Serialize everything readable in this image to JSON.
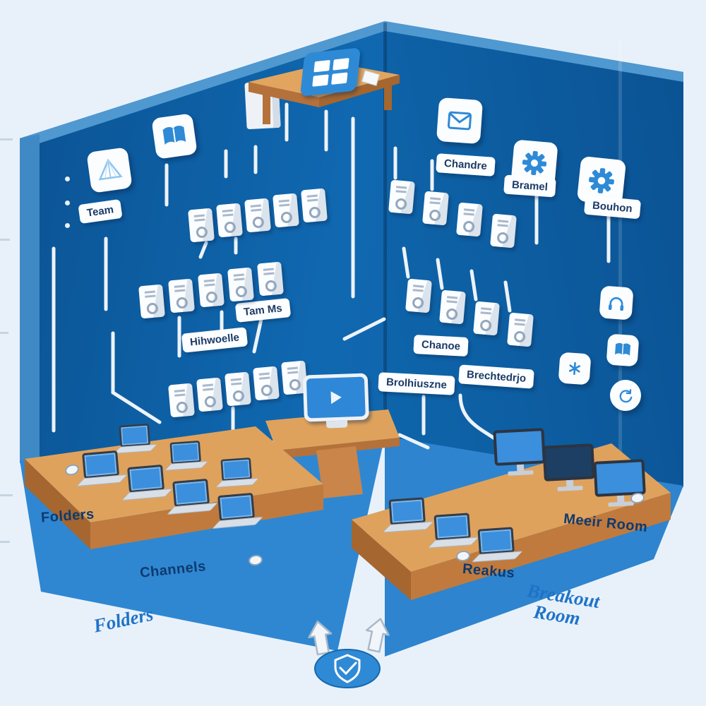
{
  "title": "Isometric Teams rooms illustration",
  "colors": {
    "background": "#e8f1fa",
    "wall_blue": "#0f66ac",
    "carpet_blue": "#2f87d2",
    "desk_wood": "#dfa25c",
    "accent_blue": "#2f8ad6",
    "node_white": "#fbfdff",
    "arrow_white": "#edf3fa",
    "label_navy": "#1b3a66"
  },
  "wall_labels": {
    "team": "Team",
    "hihwoelle": "Hihwoelle",
    "tam_ms": "Tam Ms",
    "chandre": "Chandre",
    "bramel": "Bramel",
    "bouhon": "Bouhon",
    "chanoe": "Chanoe",
    "brolhiuszne": "Brolhiuszne",
    "brechtedrjo": "Brechtedrjo"
  },
  "floor_labels": {
    "folders_desk": "Folders",
    "channels": "Channels",
    "folders_floor": "Folders",
    "meeir_room": "Meeir Room",
    "reakus": "Reakus",
    "breakout_line1": "Breakout",
    "breakout_line2": "Room"
  },
  "icons": {
    "windows_logo": "blue tile with four-pane white window grid",
    "prism": "wireframe pyramid tile",
    "book": "open book tile",
    "envelope": "mail envelope tile",
    "gear": "settings gear tile (x2)",
    "lock_box": "white cabinet node with lock badge (x23)",
    "headphones": "headphones tile",
    "reader": "small book tile",
    "sync": "circular refresh badge",
    "asterisk": "asterisk tile",
    "laptop": "laptop with blue screen",
    "monitor": "desktop monitor",
    "mouse": "computer mouse",
    "kiosk": "presentation screen with play button",
    "package": "cardboard box",
    "shield_check": "white shield with zigzag check on blue oval",
    "up_arrow": "outlined up arrow (x2)"
  },
  "structure": {
    "left_wall_lockbox_rows": [
      5,
      5,
      5
    ],
    "right_wall_lockbox_rows": [
      4,
      4
    ],
    "left_desk_laptops": 7,
    "right_desk_devices": 6
  }
}
